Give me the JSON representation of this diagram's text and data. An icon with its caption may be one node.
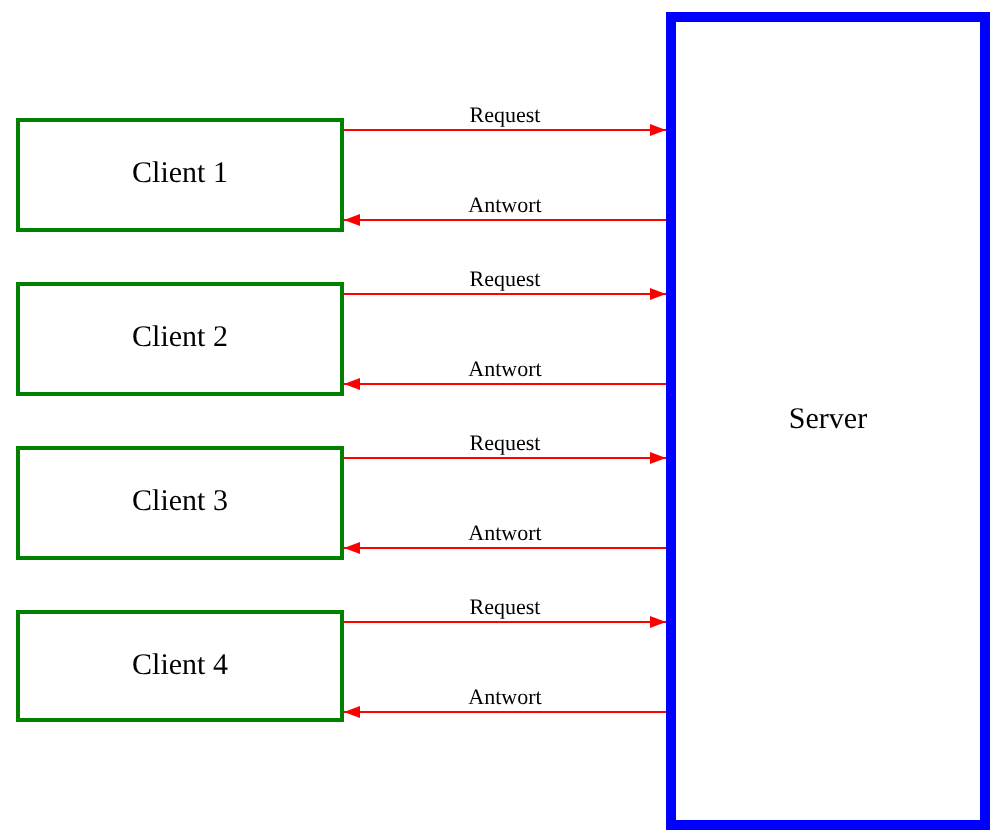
{
  "diagram": {
    "nodes": [
      {
        "text": [
          "Client 1"
        ]
      },
      {
        "text": [
          "Client 2"
        ]
      },
      {
        "text": [
          "Client 3"
        ]
      },
      {
        "text": [
          "Client 4"
        ]
      },
      {
        "text": [
          "Server"
        ]
      }
    ],
    "edges": [
      {
        "from": 0,
        "to": 4,
        "label": "Request",
        "arrow": "to"
      },
      {
        "from": 4,
        "to": 0,
        "label": "Antwort",
        "arrow": "to"
      },
      {
        "from": 1,
        "to": 4,
        "label": "Request",
        "arrow": "to"
      },
      {
        "from": 4,
        "to": 1,
        "label": "Antwort",
        "arrow": "to"
      },
      {
        "from": 2,
        "to": 4,
        "label": "Request",
        "arrow": "to"
      },
      {
        "from": 4,
        "to": 2,
        "label": "Antwort",
        "arrow": "to"
      },
      {
        "from": 3,
        "to": 4,
        "label": "Request",
        "arrow": "to"
      },
      {
        "from": 4,
        "to": 3,
        "label": "Antwort",
        "arrow": "to"
      }
    ]
  }
}
